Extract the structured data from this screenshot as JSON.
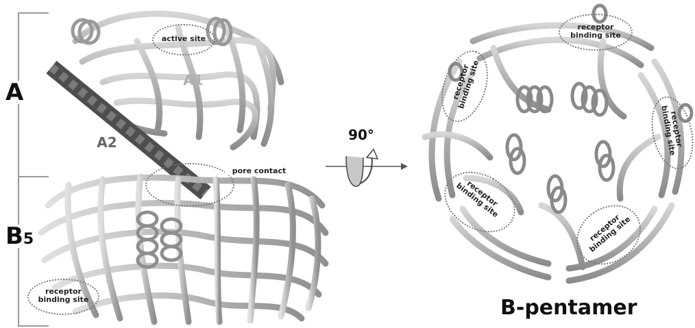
{
  "labels": {
    "domain_a": "A",
    "domain_b": "B",
    "domain_b_subscript": "5",
    "subunit_a1": "A1",
    "subunit_a2": "A2",
    "active_site": "active site",
    "pore_contact": "pore contact",
    "receptor_line1": "receptor",
    "receptor_line2": "binding site",
    "rotation": "90°",
    "pentamer_title": "B-pentamer"
  },
  "colors": {
    "ribbon": "#b4b4b4",
    "ribbon_dark": "#6e6e6e",
    "helix_a2": "#5a5a5a",
    "dotted_oval": "#777777",
    "label_a1": "#b0b0b0",
    "label_a2": "#666666"
  }
}
